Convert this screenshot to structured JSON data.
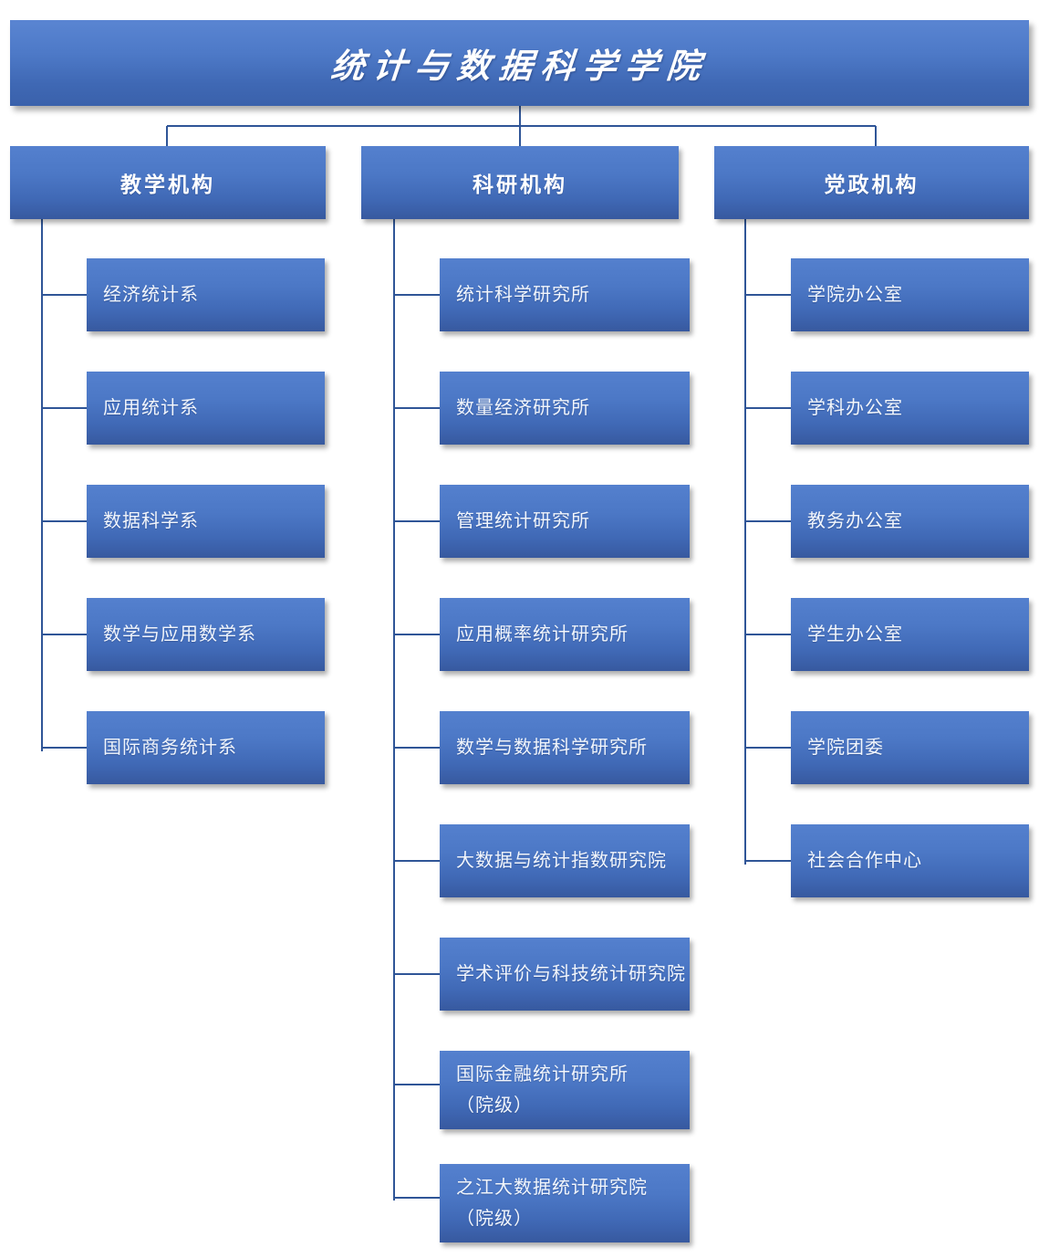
{
  "chart_data": {
    "type": "diagram",
    "diagram_kind": "organization-chart",
    "title": "统计与数据科学学院",
    "orientation": "top-down-then-left-rail",
    "levels": 3,
    "node_count": 24
  },
  "root": {
    "label": "统计与数据科学学院"
  },
  "columns": [
    {
      "id": "teaching",
      "header": "教学机构",
      "items": [
        {
          "label": "经济统计系"
        },
        {
          "label": "应用统计系"
        },
        {
          "label": "数据科学系"
        },
        {
          "label": "数学与应用数学系"
        },
        {
          "label": "国际商务统计系"
        }
      ]
    },
    {
      "id": "research",
      "header": "科研机构",
      "items": [
        {
          "label": "统计科学研究所"
        },
        {
          "label": "数量经济研究所"
        },
        {
          "label": "管理统计研究所"
        },
        {
          "label": "应用概率统计研究所"
        },
        {
          "label": "数学与数据科学研究所"
        },
        {
          "label": "大数据与统计指数研究院"
        },
        {
          "label": "学术评价与科技统计研究院"
        },
        {
          "label": "国际金融统计研究所\n（院级）"
        },
        {
          "label": "之江大数据统计研究院\n（院级）"
        }
      ]
    },
    {
      "id": "party-admin",
      "header": "党政机构",
      "items": [
        {
          "label": "学院办公室"
        },
        {
          "label": "学科办公室"
        },
        {
          "label": "教务办公室"
        },
        {
          "label": "学生办公室"
        },
        {
          "label": "学院团委"
        },
        {
          "label": "社会合作中心"
        }
      ]
    }
  ],
  "colors": {
    "box_top": "#5480ce",
    "box_bottom": "#37599f",
    "connector": "#2f5597",
    "text": "#ffffff",
    "background": "#ffffff"
  }
}
